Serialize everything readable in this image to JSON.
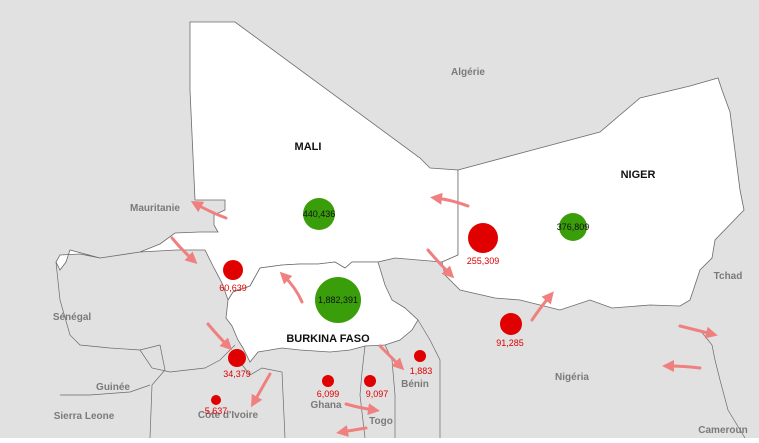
{
  "colors": {
    "background": "#ffffff",
    "neighbor_fill": "#e1e1e1",
    "focus_fill": "#ffffff",
    "border": "#6b6b6b",
    "idp": "#3a9e0a",
    "refugee": "#e00000",
    "arrow": "#f08080"
  },
  "countries": {
    "mali": "MALI",
    "niger": "NIGER",
    "burkina": "BURKINA FASO",
    "algerie": "Algérie",
    "mauritanie": "Mauritanie",
    "tchad": "Tchad",
    "senegal": "Sénégal",
    "guinee": "Guinée",
    "sierra": "Sierra Leone",
    "cote": "Côte d'Ivoire",
    "ghana": "Ghana",
    "togo": "Togo",
    "benin": "Bénin",
    "nigeria": "Nigéria",
    "cameroun": "Cameroun"
  },
  "values": {
    "mali_idp": "440,436",
    "niger_idp": "376,809",
    "burkina_idp": "1,882,391",
    "niger_ref": "255,309",
    "mali_ref": "60,639",
    "nigeria_ref": "91,285",
    "burkina_sw_ref": "34,379",
    "benin_ref": "1,883",
    "ghana_ref": "6,099",
    "togo_ref": "9,097",
    "cote_ref": "5,637"
  },
  "icons": {
    "flow": "displacement-arrow-icon",
    "point": "circle-marker-icon"
  }
}
